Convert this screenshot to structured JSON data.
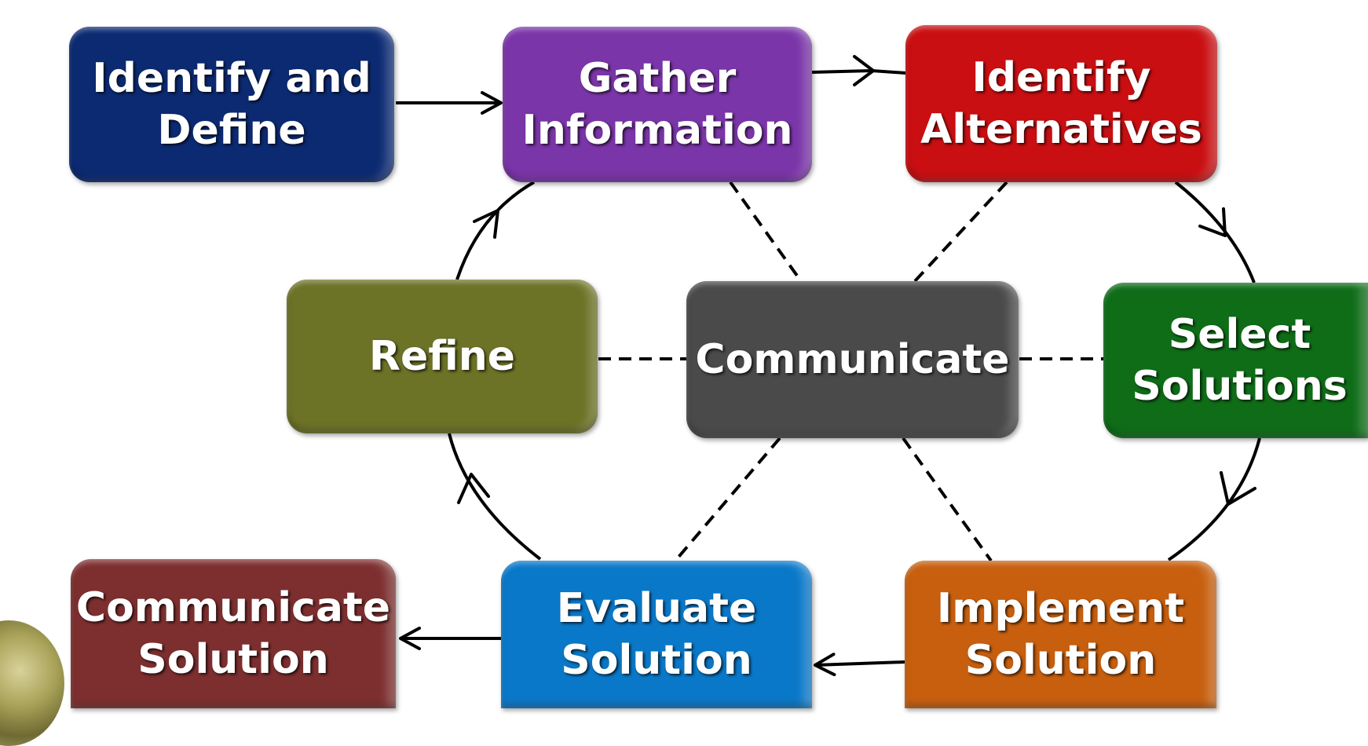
{
  "boxes": {
    "identify_define": {
      "line1": "Identify and",
      "line2": "Define",
      "color": "#0c2a72"
    },
    "gather_information": {
      "line1": "Gather",
      "line2": "Information",
      "color": "#7a35a8"
    },
    "identify_alternatives": {
      "line1": "Identify",
      "line2": "Alternatives",
      "color": "#c90f12"
    },
    "select_solutions": {
      "line1": "Select",
      "line2": "Solutions",
      "color": "#0f6d18"
    },
    "refine": {
      "line1": "Refine",
      "color": "#6c7226"
    },
    "communicate": {
      "line1": "Communicate",
      "color": "#4a4a4a"
    },
    "communicate_solution": {
      "line1": "Communicate",
      "line2": "Solution",
      "color": "#7d2f2f"
    },
    "evaluate_solution": {
      "line1": "Evaluate",
      "line2": "Solution",
      "color": "#0a78c8"
    },
    "implement_solution": {
      "line1": "Implement",
      "line2": "Solution",
      "color": "#c75f0f"
    }
  },
  "colors": {
    "connector": "#000000",
    "background": "#ffffff"
  }
}
